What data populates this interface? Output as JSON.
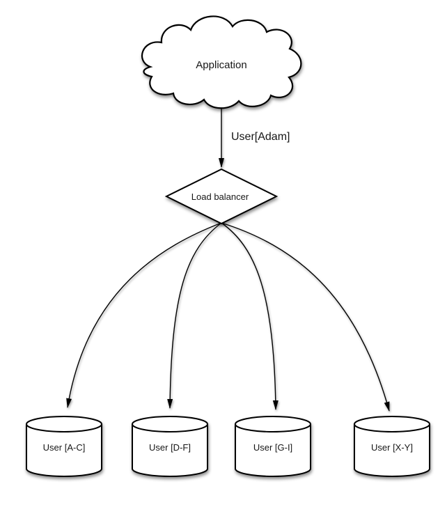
{
  "diagram": {
    "description": "database-sharding-load-balancer-diagram",
    "colors": {
      "background": "#ffffff",
      "shape_fill": "#ffffff",
      "stroke": "#000000",
      "text": "#161616"
    },
    "nodes": {
      "application": {
        "label": "Application",
        "shape": "cloud"
      },
      "load_balancer": {
        "label": "Load balancer",
        "shape": "diamond"
      },
      "shards": [
        {
          "label": "User [A-C]",
          "shape": "cylinder"
        },
        {
          "label": "User [D-F]",
          "shape": "cylinder"
        },
        {
          "label": "User [G-I]",
          "shape": "cylinder"
        },
        {
          "label": "User [X-Y]",
          "shape": "cylinder"
        }
      ]
    },
    "edges": {
      "app_to_lb": {
        "from": "Application",
        "to": "Load balancer",
        "label": "User[Adam]"
      },
      "lb_to_shards": [
        {
          "from": "Load balancer",
          "to": "User [A-C]"
        },
        {
          "from": "Load balancer",
          "to": "User [D-F]"
        },
        {
          "from": "Load balancer",
          "to": "User [G-I]"
        },
        {
          "from": "Load balancer",
          "to": "User [X-Y]"
        }
      ]
    }
  }
}
